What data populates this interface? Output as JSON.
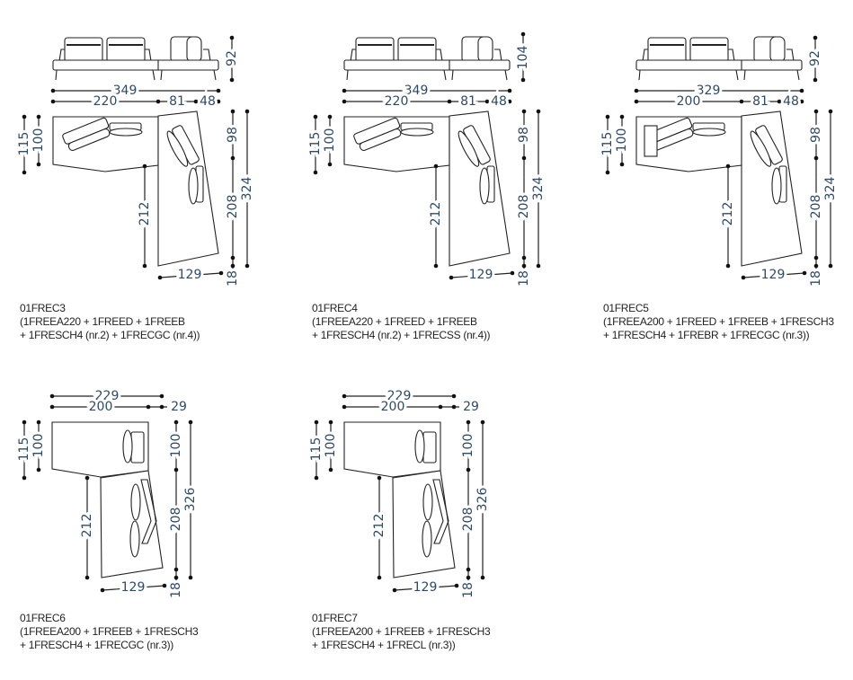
{
  "panels": [
    {
      "code": "01FREC3",
      "line1": "(1FREEA220 + 1FREED + 1FREEB",
      "line2": "+ 1FRESCH4 (nr.2) + 1FRECGC (nr.4))",
      "dims": {
        "height": "92",
        "total": "349",
        "left": "220",
        "mid": "81",
        "right": "48",
        "d115": "115",
        "d100": "100",
        "d212": "212",
        "d98": "98",
        "d208": "208",
        "d18": "18",
        "d324": "324",
        "d129": "129"
      }
    },
    {
      "code": "01FREC4",
      "line1": "(1FREEA220 + 1FREED + 1FREEB",
      "line2": "+ 1FRESCH4 (nr.2) + 1FRECSS (nr.4))",
      "dims": {
        "height": "104",
        "total": "349",
        "left": "220",
        "mid": "81",
        "right": "48",
        "d115": "115",
        "d100": "100",
        "d212": "212",
        "d98": "98",
        "d208": "208",
        "d18": "18",
        "d324": "324",
        "d129": "129"
      }
    },
    {
      "code": "01FREC5",
      "line1": "(1FREEA200 + 1FREED + 1FREEB + 1FRESCH3",
      "line2": "+ 1FRESCH4 + 1FREBR + 1FRECGC (nr.3))",
      "dims": {
        "height": "92",
        "total": "329",
        "left": "200",
        "mid": "81",
        "right": "48",
        "d115": "115",
        "d100": "100",
        "d212": "212",
        "d98": "98",
        "d208": "208",
        "d18": "18",
        "d324": "324",
        "d129": "129"
      }
    },
    {
      "code": "01FREC6",
      "line1": "(1FREEA200 + 1FREEB + 1FRESCH3",
      "line2": "+ 1FRESCH4 + 1FRECGC (nr.3))",
      "dims": {
        "total": "229",
        "left": "200",
        "right": "29",
        "d115": "115",
        "d100": "100",
        "d212": "212",
        "r100": "100",
        "d208": "208",
        "d18": "18",
        "d326": "326",
        "d129": "129"
      }
    },
    {
      "code": "01FREC7",
      "line1": "(1FREEA200 + 1FREEB + 1FRESCH3",
      "line2": "+ 1FRESCH4 + 1FRECL (nr.3))",
      "dims": {
        "total": "229",
        "left": "200",
        "right": "29",
        "d115": "115",
        "d100": "100",
        "d212": "212",
        "r100": "100",
        "d208": "208",
        "d18": "18",
        "d326": "326",
        "d129": "129"
      }
    }
  ]
}
